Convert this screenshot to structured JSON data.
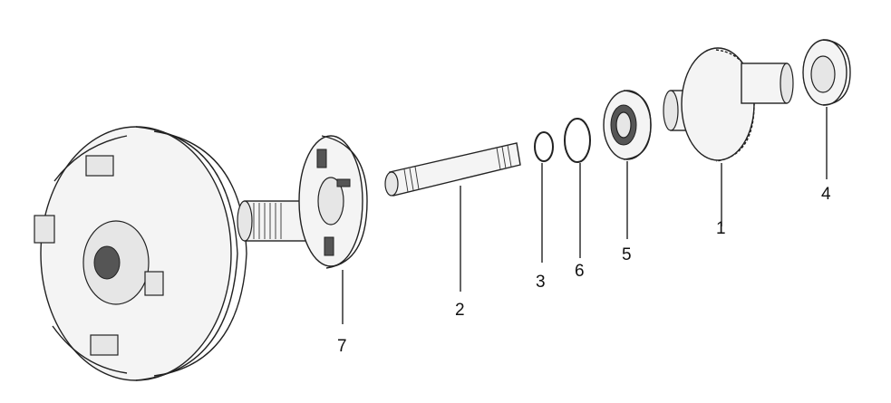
{
  "diagram": {
    "colors": {
      "line": "#222222",
      "fill": "#f4f4f4",
      "background": "#ffffff"
    },
    "callouts": [
      {
        "id": "converter-shaft",
        "label": "7"
      },
      {
        "id": "input-shaft",
        "label": "2"
      },
      {
        "id": "snap-ring",
        "label": "3"
      },
      {
        "id": "thrust-ring",
        "label": "6"
      },
      {
        "id": "bearing",
        "label": "5"
      },
      {
        "id": "gear",
        "label": "1"
      },
      {
        "id": "end-bearing",
        "label": "4"
      }
    ]
  }
}
